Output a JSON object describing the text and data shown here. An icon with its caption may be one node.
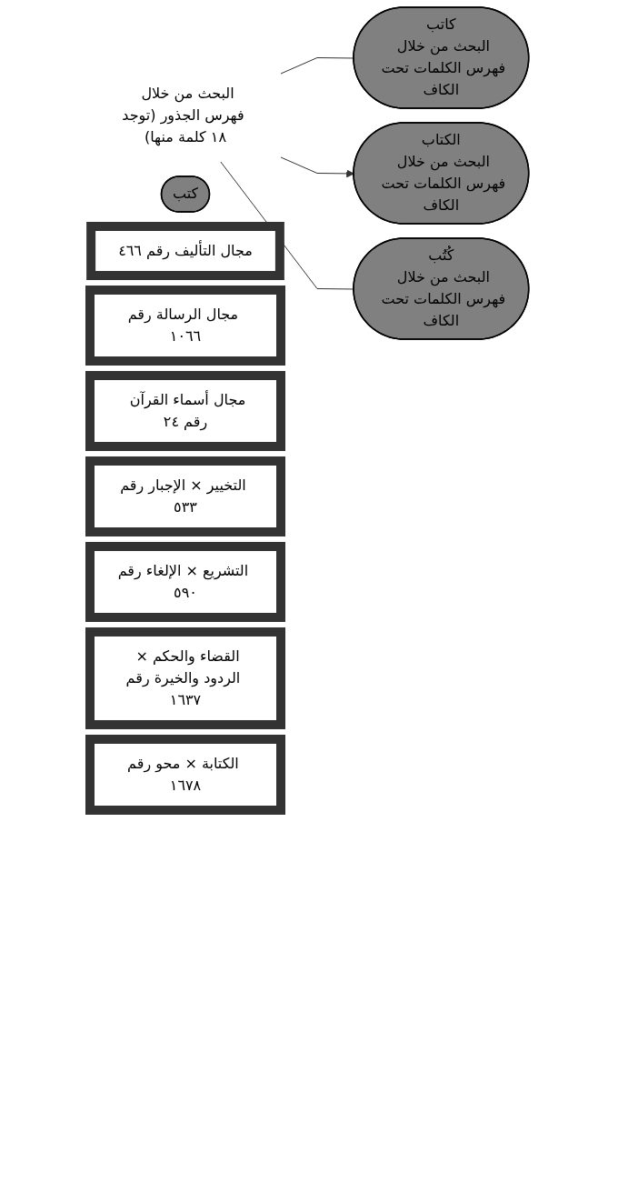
{
  "diagram": {
    "nodes": [
      {
        "text": [
          "كتب"
        ]
      },
      {
        "text": [
          "البحث من خلال فهرس الجذور (توجد ١٨ كلمة منها)"
        ]
      },
      {
        "text": [
          "كاتب",
          "البحث من خلال فهرس الكلمات تحت الكاف"
        ]
      },
      {
        "text": [
          "الكتاب",
          "البحث من خلال فهرس الكلمات تحت الكاف"
        ]
      },
      {
        "text": [
          "كُتُب",
          "البحث من خلال فهرس الكلمات تحت الكاف"
        ]
      },
      {
        "text": [
          "مجال التأليف رقم ٤٦٦"
        ]
      },
      {
        "text": [
          "مجال الرسالة رقم ١٠٦٦"
        ]
      },
      {
        "text": [
          "مجال أسماء القرآن رقم ٢٤"
        ]
      },
      {
        "text": [
          "التخيير × الإجبار رقم ٥٣٣"
        ]
      },
      {
        "text": [
          "التشريع × الإلغاء رقم ٥٩٠"
        ]
      },
      {
        "text": [
          "القضاء والحكم × الردود والخيرة رقم ١٦٣٧"
        ]
      },
      {
        "text": [
          "الكتابة × محو رقم ١٦٧٨"
        ]
      }
    ],
    "edges": [
      {
        "from": 1,
        "to": 2,
        "arrow": "none"
      },
      {
        "from": 1,
        "to": 3,
        "arrow": "to"
      },
      {
        "from": 1,
        "to": 4,
        "arrow": "none"
      }
    ]
  }
}
